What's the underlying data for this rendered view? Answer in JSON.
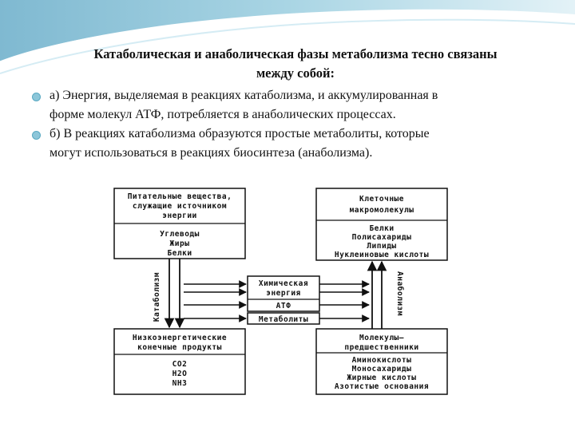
{
  "heading": {
    "line1": "Катаболическая и анаболическая фазы метаболизма тесно связаны",
    "line2": "между собой:"
  },
  "bullets": [
    {
      "line1": "а) Энергия, выделяемая в реакциях катаболизма, и аккумулированная в",
      "line2": "форме молекул АТФ, потребляется в анаболических процессах."
    },
    {
      "line1": "б) В реакциях катаболизма образуются простые метаболиты, которые",
      "line2": "могут использоваться в реакциях биосинтеза (анаболизма)."
    }
  ],
  "colors": {
    "accent": "#8cc6d9",
    "swoosh_dark": "#7fb9d1",
    "swoosh_light": "#d5ecf4"
  },
  "diagram": {
    "nutrients": {
      "header": [
        "Питательные вещества,",
        "служащие источником",
        "энергии"
      ],
      "items": [
        "Углеводы",
        "Жиры",
        "Белки"
      ]
    },
    "macromolecules": {
      "header": [
        "Клеточные",
        "макромолекулы"
      ],
      "items": [
        "Белки",
        "Полисахариды",
        "Липиды",
        "Нуклеиновые кислоты"
      ]
    },
    "low_energy": {
      "header": [
        "Низкоэнергетические",
        "конечные продукты"
      ],
      "items": [
        "CO2",
        "H2O",
        "NH3"
      ]
    },
    "precursors": {
      "header": [
        "Молекулы–",
        "предшественники"
      ],
      "items": [
        "Аминокислоты",
        "Моносахариды",
        "Жирные кислоты",
        "Азотистые основания"
      ]
    },
    "energy": {
      "line1": "Химическая",
      "line2": "энергия",
      "atp": "АТФ"
    },
    "metabolites": "Метаболиты",
    "catabolism_label": "Катаболизм",
    "anabolism_label": "Анаболизм"
  }
}
